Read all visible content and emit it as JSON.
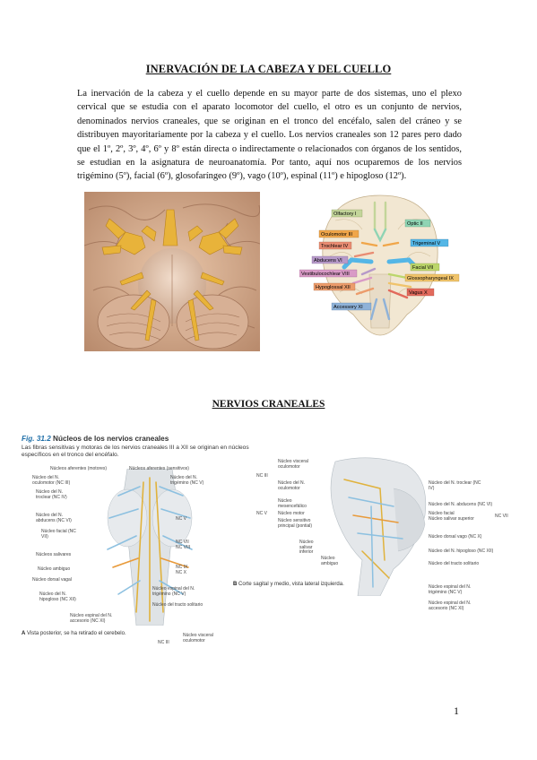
{
  "title": "INERVACIÓN DE LA CABEZA Y DEL CUELLO",
  "intro_paragraph": "La inervación de la cabeza y el cuello depende en su mayor parte de dos sistemas, uno el plexo cervical que se estudia con el aparato locomotor del cuello, el otro es un conjunto de nervios, denominados nervios craneales, que se originan en el tronco del encéfalo, salen del cráneo y se distribuyen mayoritariamente por la cabeza y el cuello. Los nervios craneales son 12 pares pero dado que el 1º, 2º, 3º, 4º, 6º y 8º están directa o indirectamente o relacionados con órganos de los sentidos, se estudian en la asignatura de neuroanatomía. Por tanto, aquí nos ocuparemos de los nervios trigémino (5º), facial (6º), glosofaríngeo (9º), vago (10º), espinal (11º) e hipogloso (12º).",
  "diagram_labels": {
    "olfactory": "Olfactory I",
    "optic": "Optic II",
    "oculomotor": "Oculomotor III",
    "trochlear": "Trochlear IV",
    "trigeminal": "Trigeminal V",
    "abducens": "Abducens VI",
    "facial": "Facial VII",
    "vestibulocochlear": "Vestibulocochlear VIII",
    "glossopharyngeal": "Glossopharyngeal IX",
    "hypoglossal": "Hypoglossal XII",
    "vagus": "Vagus X",
    "accessory": "Accessory XI"
  },
  "colors": {
    "olfactory": "#c3d59a",
    "optic": "#8fd4b4",
    "oculomotor": "#f0a64a",
    "trochlear": "#e98c72",
    "trigeminal": "#54b6e6",
    "abducens": "#b79ac9",
    "facial": "#bcd66b",
    "vestibulocochlear": "#d99ac6",
    "glossopharyngeal": "#f0c36a",
    "hypoglossal": "#ec9c6b",
    "vagus": "#e26a5c",
    "accessory": "#8fb2d8"
  },
  "subtitle": "NERVIOS CRANEALES",
  "figure": {
    "number": "Fig. 31.2",
    "title": "Núcleos de los nervios craneales",
    "description": "Las fibras sensitivas y motoras de los nervios craneales III a XII se originan en núcleos específicos en el tronco del encéfalo.",
    "panel_a_labels": [
      "Núcleos aferentes (motores)",
      "Núcleos aferentes (sensitivos)",
      "Núcleo del N. oculomotor (NC III)",
      "Núcleo del N. troclear (NC IV)",
      "Núcleo del N. trigémino (NC V)",
      "NC V",
      "Núcleo del N. abducens (NC VI)",
      "Núcleo facial (NC VII)",
      "NC VII",
      "NC VIII",
      "Núcleos salivares",
      "Núcleo ambiguo",
      "NC IX",
      "NC X",
      "Núcleo dorsal vagal",
      "Núcleo espinal del N. trigémino (NC V)",
      "Núcleo del N. hipogloso (NC XII)",
      "Núcleo del tracto solitario",
      "Núcleo espinal del N. accesorio (NC XI)",
      "NC III",
      "Núcleo visceral oculomotor"
    ],
    "panel_a_caption_letter": "A",
    "panel_a_caption": "Vista posterior, se ha retirado el cerebelo.",
    "panel_b_labels": [
      "NC III",
      "Núcleo visceral oculomotor",
      "Núcleo del N. oculomotor",
      "NC V",
      "Núcleo mesencefálico",
      "Núcleo motor",
      "Núcleo sensitivo principal (pontial)",
      "Núcleo salivar inferior",
      "Núcleo ambiguo",
      "Núcleo del N. troclear (NC IV)",
      "Núcleo del N. abducens (NC VI)",
      "Núcleo facial",
      "Núcleo salivar superior",
      "NC VII",
      "Núcleo dorsal vago (NC X)",
      "Núcleo del N. hipogloso (NC XII)",
      "Núcleo del tracto solitario",
      "Núcleo espinal del N. trigémino (NC V)",
      "Núcleo espinal del N. accesorio (NC XI)"
    ],
    "panel_b_caption_letter": "B",
    "panel_b_caption": "Corte sagital y medio, vista lateral izquierda."
  },
  "page_number": "1"
}
